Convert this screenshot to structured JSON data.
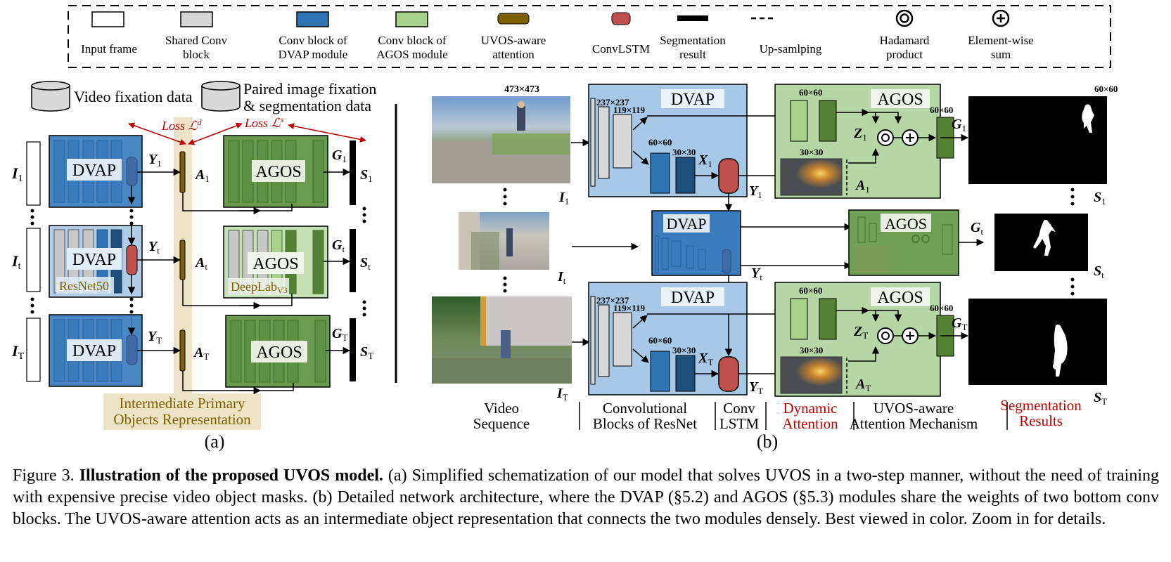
{
  "legend": {
    "items": [
      {
        "label_l1": "Input frame",
        "label_l2": "",
        "swatch": "input-frame",
        "color": "#ffffff"
      },
      {
        "label_l1": "Shared Conv",
        "label_l2": "block",
        "swatch": "shared-conv",
        "color": "#d6d6d6"
      },
      {
        "label_l1": "Conv block of",
        "label_l2": "DVAP module",
        "swatch": "dvap-conv",
        "color": "#2e74b5"
      },
      {
        "label_l1": "Conv block of",
        "label_l2": "AGOS module",
        "swatch": "agos-conv",
        "color": "#a9d18e"
      },
      {
        "label_l1": "UVOS-aware",
        "label_l2": "attention",
        "swatch": "attention",
        "color": "#7f6000"
      },
      {
        "label_l1": "ConvLSTM",
        "label_l2": "",
        "swatch": "convlstm",
        "color": "#c0504d"
      },
      {
        "label_l1": "Segmentation",
        "label_l2": "result",
        "swatch": "segmentation",
        "color": "#000000"
      },
      {
        "label_l1": "Up-samlping",
        "label_l2": "",
        "swatch": "upsampling",
        "color": "#000000"
      },
      {
        "label_l1": "Hadamard",
        "label_l2": "product",
        "swatch": "hadamard",
        "color": "#000000"
      },
      {
        "label_l1": "Element-wise",
        "label_l2": "sum",
        "swatch": "sum",
        "color": "#000000"
      }
    ]
  },
  "panel_a": {
    "data_sources": [
      "Video fixation data",
      "Paired image fixation",
      "& segmentation data"
    ],
    "loss_d": "Loss ℒ",
    "loss_d_sup": "d",
    "loss_s": "Loss ℒ",
    "loss_s_sup": "s",
    "dvap_label": "DVAP",
    "agos_label": "AGOS",
    "resnet_label": "ResNet50",
    "deeplab_label": "DeepLab",
    "deeplab_sub": "V3",
    "rows": [
      {
        "I": "I",
        "I_sub": "1",
        "Y": "Y",
        "Y_sub": "1",
        "A": "A",
        "A_sub": "1",
        "G": "G",
        "G_sub": "1",
        "S": "S",
        "S_sub": "1"
      },
      {
        "I": "I",
        "I_sub": "t",
        "Y": "Y",
        "Y_sub": "t",
        "A": "A",
        "A_sub": "t",
        "G": "G",
        "G_sub": "t",
        "S": "S",
        "S_sub": "t"
      },
      {
        "I": "I",
        "I_sub": "T",
        "Y": "Y",
        "Y_sub": "T",
        "A": "A",
        "A_sub": "T",
        "G": "G",
        "G_sub": "T",
        "S": "S",
        "S_sub": "T"
      }
    ],
    "ipor_l1": "Intermediate Primary",
    "ipor_l2": "Objects Representation",
    "sublabel": "(a)"
  },
  "panel_b": {
    "input_size": "473×473",
    "size_237": "237×237",
    "size_119": "119×119",
    "size_60": "60×60",
    "size_30": "30×30",
    "output_size": "60×60",
    "dvap_label": "DVAP",
    "agos_label": "AGOS",
    "rows": [
      {
        "I": "I",
        "I_sub": "1",
        "X": "X",
        "X_sub": "1",
        "Y": "Y",
        "Y_sub": "1",
        "Z": "Z",
        "Z_sub": "1",
        "A": "A",
        "A_sub": "1",
        "G": "G",
        "G_sub": "1",
        "S": "S",
        "S_sub": "1"
      },
      {
        "I": "I",
        "I_sub": "t",
        "Y": "Y",
        "Y_sub": "t",
        "G": "G",
        "G_sub": "t",
        "S": "S",
        "S_sub": "t"
      },
      {
        "I": "I",
        "I_sub": "T",
        "X": "X",
        "X_sub": "T",
        "Y": "Y",
        "Y_sub": "T",
        "Z": "Z",
        "Z_sub": "T",
        "A": "A",
        "A_sub": "T",
        "G": "G",
        "G_sub": "T",
        "S": "S",
        "S_sub": "T"
      }
    ],
    "stage_labels": [
      {
        "l1": "Video",
        "l2": "Sequence",
        "color": "#000000"
      },
      {
        "l1": "Convolutional",
        "l2": "Blocks of ResNet",
        "color": "#000000"
      },
      {
        "l1": "Conv",
        "l2": "LSTM",
        "color": "#000000"
      },
      {
        "l1": "Dynamic",
        "l2": "Attention",
        "color": "#c00000"
      },
      {
        "l1": "UVOS-aware",
        "l2": "Attention Mechanism",
        "color": "#000000"
      },
      {
        "l1": "Segmentation",
        "l2": "Results",
        "color": "#c00000"
      }
    ],
    "sublabel": "(b)"
  },
  "caption": {
    "prefix": "Figure 3. ",
    "bold": "Illustration of the proposed UVOS model.",
    "body": " (a) Simplified schematization of our model that solves UVOS in a two-step manner, without the need of training with expensive precise video object masks. (b) Detailed network architecture, where the DVAP (§5.2) and AGOS (§5.3) modules share the weights of two bottom conv blocks. The UVOS-aware attention acts as an intermediate object representation that connects the two modules densely. Best viewed in color. Zoom in for details."
  },
  "colors": {
    "dvap_dark": "#2e74b5",
    "dvap_light": "#a7c8e6",
    "agos_dark": "#548235",
    "agos_light": "#b5d7a5",
    "attention": "#7f6000",
    "attention_band": "#ede3c6",
    "convlstm": "#c0504d",
    "loss": "#c00000",
    "shared": "#d6d6d6"
  }
}
